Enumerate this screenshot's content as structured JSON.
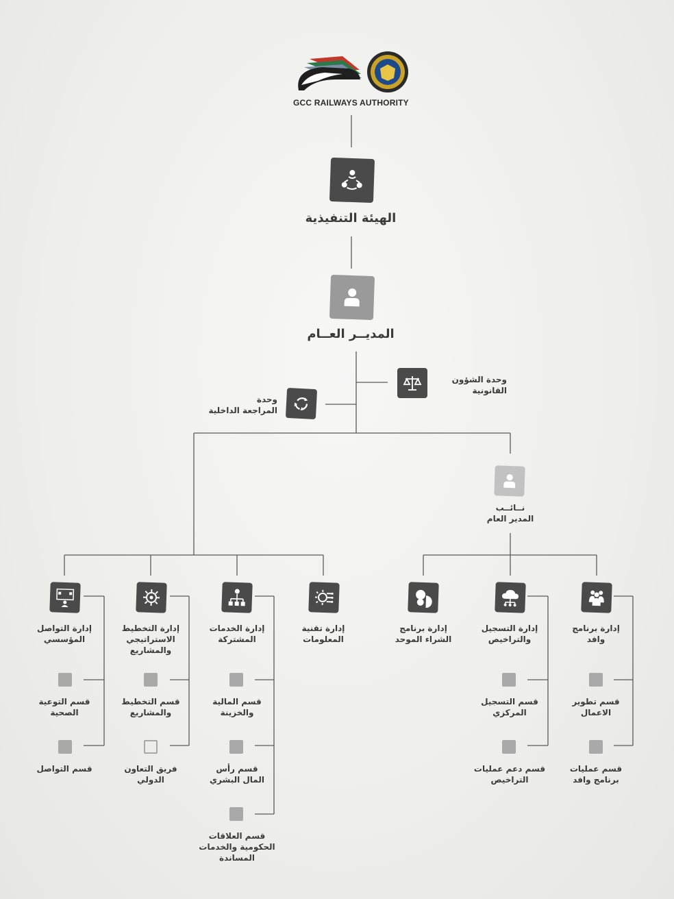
{
  "header": {
    "brand_text": "GCC RAILWAYS AUTHORITY",
    "logo_icons": [
      "train-logo",
      "gcc-emblem-logo"
    ]
  },
  "executive": {
    "label": "الهيئة التنفيذية",
    "icon": "people-network-icon"
  },
  "director": {
    "label": "المديــر العــام",
    "icon": "person-icon"
  },
  "units": {
    "legal": {
      "label": "وحدة الشؤون\nالقانونية",
      "icon": "scales-icon"
    },
    "audit": {
      "label": "وحدة\nالمراجعة الداخلية",
      "icon": "recycle-icon"
    }
  },
  "deputy": {
    "label": "نــائــب\nالمدير العام",
    "icon": "person-icon"
  },
  "departments": {
    "communication": {
      "label": "إدارة التواصل\nالمؤسسي",
      "icon": "presentation-icon",
      "sections": [
        "قسم التوعية\nالصحية",
        "قسم التواصل"
      ]
    },
    "planning": {
      "label": "إدارة التخطيط\nالاستراتيجي\nوالمشاريع",
      "icon": "gear-target-icon",
      "sections": [
        "قسم التخطيط\nوالمشاريع",
        "فريق التعاون\nالدولي"
      ]
    },
    "shared": {
      "label": "إدارة الخدمات\nالمشتركة",
      "icon": "hierarchy-gear-icon",
      "sections": [
        "قسم المالية\nوالخزينة",
        "قسم رأس\nالمال البشري",
        "قسم العلاقات\nالحكومية والخدمات\nالمساندة"
      ]
    },
    "it": {
      "label": "إدارة تقنية\nالمعلومات",
      "icon": "tech-gear-icon"
    },
    "procurement": {
      "label": "إدارة برنامج\nالشراء الموحد",
      "icon": "pie-chart-icon"
    },
    "registration": {
      "label": "إدارة التسجيل\nوالتراخيص",
      "icon": "cloud-network-icon",
      "sections": [
        "قسم التسجيل\nالمركزي",
        "قسم دعم عمليات\nالتراخيص"
      ]
    },
    "wafid": {
      "label": "إدارة برنامج\nوافد",
      "icon": "group-icon",
      "sections": [
        "قسم تطوير\nالاعمال",
        "قسم عمليات\nبرنامج وافد"
      ]
    }
  }
}
